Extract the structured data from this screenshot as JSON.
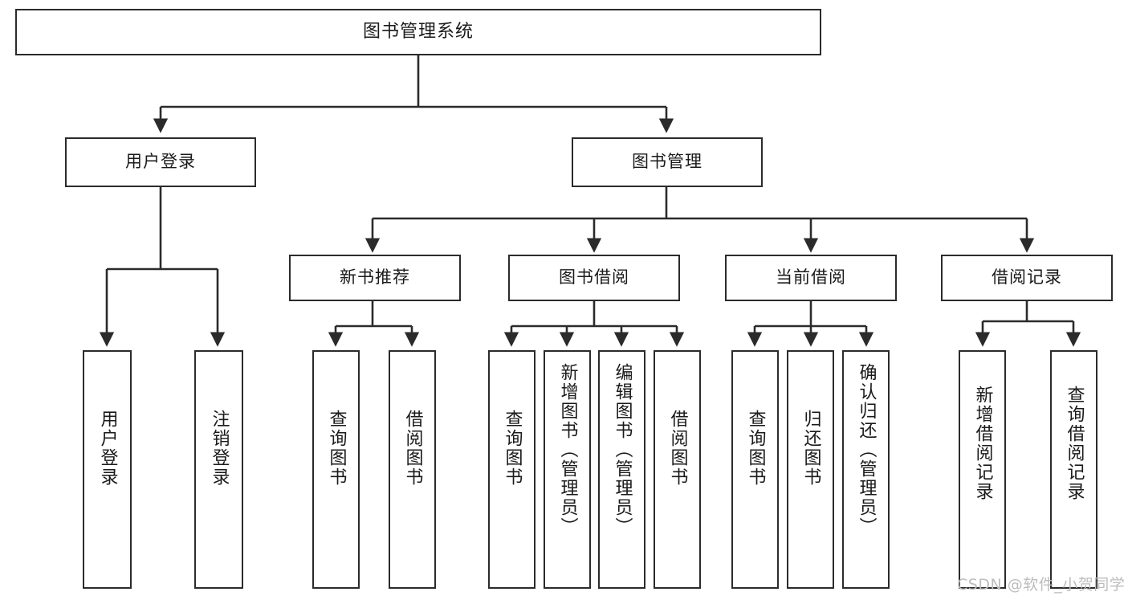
{
  "diagram": {
    "title": "图书管理系统",
    "type": "tree-hierarchy-chart",
    "levels": 4,
    "colors": {
      "box_border": "#2b2b2b",
      "box_fill": "#ffffff",
      "connector": "#2b2b2b",
      "text": "#1a1a1a",
      "watermark": "#bdbdbd",
      "background": "#ffffff"
    },
    "root": {
      "label": "图书管理系统"
    },
    "level2": [
      {
        "id": "user-login",
        "label": "用户登录"
      },
      {
        "id": "book-manage",
        "label": "图书管理"
      }
    ],
    "level3": [
      {
        "id": "new-book-recommend",
        "label": "新书推荐",
        "parent": "book-manage"
      },
      {
        "id": "book-borrow",
        "label": "图书借阅",
        "parent": "book-manage"
      },
      {
        "id": "current-borrow",
        "label": "当前借阅",
        "parent": "book-manage"
      },
      {
        "id": "borrow-record",
        "label": "借阅记录",
        "parent": "book-manage"
      }
    ],
    "leaves": {
      "user-login": [
        {
          "id": "leaf-user-login",
          "label": "用户登录"
        },
        {
          "id": "leaf-logout-login",
          "label": "注销登录"
        }
      ],
      "new-book-recommend": [
        {
          "id": "leaf-query-book-1",
          "label": "查询图书"
        },
        {
          "id": "leaf-borrow-book-1",
          "label": "借阅图书"
        }
      ],
      "book-borrow": [
        {
          "id": "leaf-query-book-2",
          "label": "查询图书"
        },
        {
          "id": "leaf-add-book-admin",
          "label": "新增图书（管理员）"
        },
        {
          "id": "leaf-edit-book-admin",
          "label": "编辑图书（管理员）"
        },
        {
          "id": "leaf-borrow-book-2",
          "label": "借阅图书"
        }
      ],
      "current-borrow": [
        {
          "id": "leaf-query-book-3",
          "label": "查询图书"
        },
        {
          "id": "leaf-return-book",
          "label": "归还图书"
        },
        {
          "id": "leaf-confirm-return-admin",
          "label": "确认归还（管理员）"
        }
      ],
      "borrow-record": [
        {
          "id": "leaf-add-borrow-record",
          "label": "新增借阅记录"
        },
        {
          "id": "leaf-query-borrow-record",
          "label": "查询借阅记录"
        }
      ]
    }
  },
  "watermark": {
    "text": "CSDN @软件_小贺同学"
  }
}
